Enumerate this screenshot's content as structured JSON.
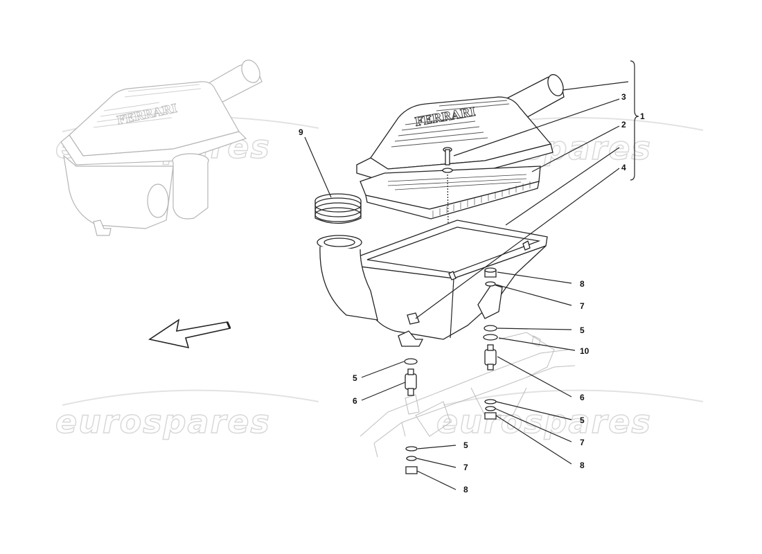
{
  "watermark": {
    "text": "eurospares"
  },
  "labels": {
    "assembly": "1",
    "filter": "2",
    "screw": "3",
    "housing": "4",
    "washer": "5",
    "damper": "6",
    "lock_washer": "7",
    "nut": "8",
    "sleeve": "9",
    "spacer": "10"
  },
  "logo_text": "FERRARI",
  "colors": {
    "line": "#222222",
    "ghost": "#b4b4b4",
    "watermark": "#d8d8d8"
  }
}
